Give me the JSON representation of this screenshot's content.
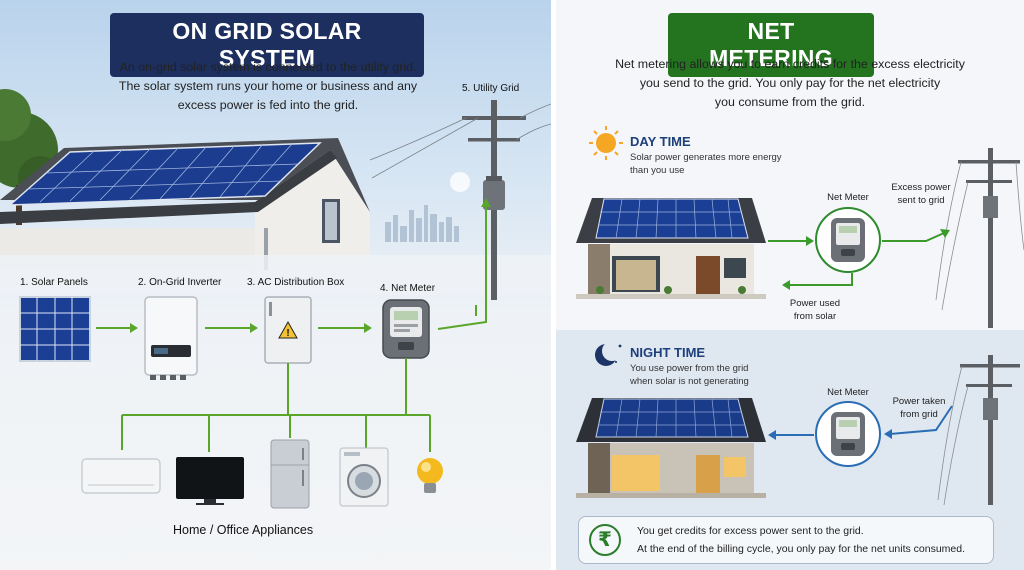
{
  "left": {
    "title": "ON GRID SOLAR SYSTEM",
    "intro": [
      "An on-grid solar system is connected to the utility grid.",
      "The solar system runs your home or business and any",
      "excess power is fed into the grid."
    ],
    "steps": {
      "panels": "1. Solar Panels",
      "inverter": "2. On-Grid Inverter",
      "distribution": "3. AC Distribution Box",
      "meter": "4. Net Meter",
      "grid": "5. Utility Grid"
    },
    "appliances_label": "Home / Office Appliances",
    "colors": {
      "title_bg": "#1d2f5e",
      "flow_arrow": "#5aa62a"
    }
  },
  "right": {
    "title": "NET METERING",
    "intro": [
      "Net metering allows you to earn credits for the excess electricity",
      "you send to the grid. You only pay for the net electricity",
      "you consume from the grid."
    ],
    "day": {
      "title": "DAY TIME",
      "desc": [
        "Solar power generates more energy",
        "than you use"
      ],
      "meter_label": "Net Meter",
      "excess_label": [
        "Excess power",
        "sent to grid"
      ],
      "used_label": [
        "Power used",
        "from solar"
      ]
    },
    "night": {
      "title": "NIGHT TIME",
      "desc": [
        "You use power from the grid",
        "when solar is not generating"
      ],
      "meter_label": "Net Meter",
      "taken_label": [
        "Power taken",
        "from grid"
      ]
    },
    "credit": {
      "symbol": "₹",
      "line1": "You get credits for excess power sent to the grid.",
      "line2": "At the end of the billing cycle, you only pay for the net units consumed."
    },
    "colors": {
      "title_bg": "#23731f",
      "day_arrow": "#3a9a2a",
      "night_arrow": "#2a6db5"
    }
  }
}
